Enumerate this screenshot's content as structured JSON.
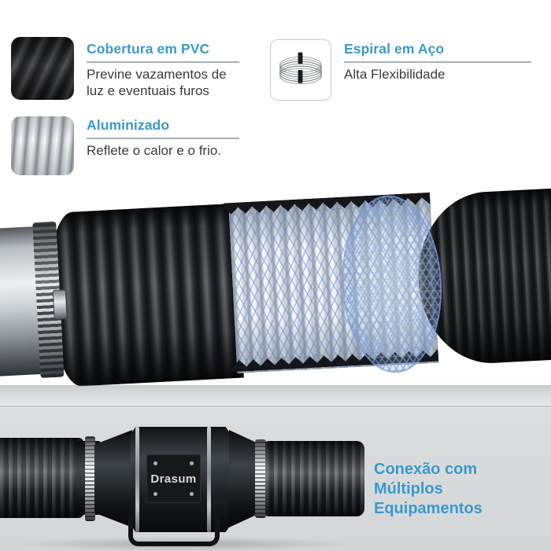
{
  "meta": {
    "type": "product-feature-infographic",
    "language": "pt-BR"
  },
  "palette": {
    "background": "#ffffff",
    "accent_blue": "#3a99cb",
    "body_text": "#3a3a3a",
    "divider_gray": "#aab1b6",
    "panel_bg": "#d9dcdd",
    "panel_border": "#a6abae",
    "mesh_blue": "#7ba3d6",
    "duct_black": "#17191b",
    "metal_silver": "#ccd1d4"
  },
  "features": [
    {
      "id": "pvc-cover",
      "title": "Cobertura em PVC",
      "description": "Previne vazamentos de luz e eventuais furos",
      "thumbnail_icon": "black-ribbed-pvc-duct-texture"
    },
    {
      "id": "steel-spiral",
      "title": "Espiral em Aço",
      "description": "Alta Flexibilidade",
      "thumbnail_icon": "steel-wire-spiral-ring"
    },
    {
      "id": "aluminized",
      "title": "Aluminizado",
      "description": "Reflete o calor e o frio.",
      "thumbnail_icon": "silver-aluminized-foil-texture"
    }
  ],
  "hero": {
    "image": "cutaway-flexible-duct-showing-metal-collar-pvc-cover-aluminized-layer-and-blue-mesh"
  },
  "connection": {
    "brand": "Drasum",
    "label_line1": "Conexão com Múltiplos",
    "label_line2": "Equipamentos",
    "image": "black-inline-duct-fan-connected-to-flexible-ducts-with-metal-clamps"
  }
}
